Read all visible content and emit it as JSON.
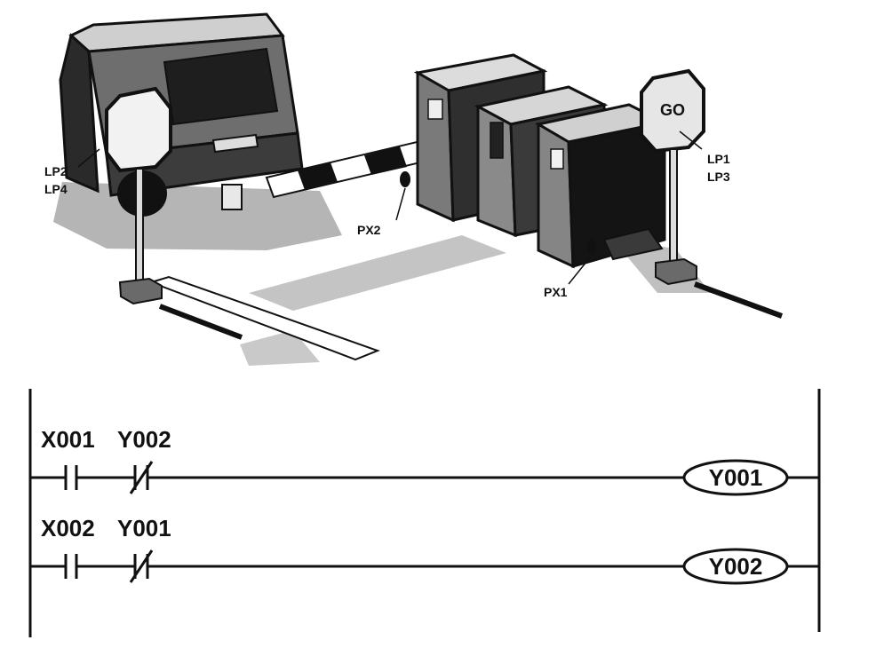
{
  "illustration": {
    "sign_right_text": "GO",
    "labels": {
      "lp2": "LP2",
      "lp4": "LP4",
      "lp1": "LP1",
      "lp3": "LP3",
      "px1": "PX1",
      "px2": "PX2"
    }
  },
  "ladder": {
    "rungs": [
      {
        "contacts": [
          {
            "name": "X001",
            "type": "NO"
          },
          {
            "name": "Y002",
            "type": "NC"
          }
        ],
        "coil": "Y001"
      },
      {
        "contacts": [
          {
            "name": "X002",
            "type": "NO"
          },
          {
            "name": "Y001",
            "type": "NC"
          }
        ],
        "coil": "Y002"
      }
    ]
  },
  "colors": {
    "ink": "#111111",
    "shadow": "#9a9a9a",
    "mid_gray": "#6e6e6e",
    "dark_gray": "#2a2a2a",
    "light_gray": "#cfcfcf"
  }
}
